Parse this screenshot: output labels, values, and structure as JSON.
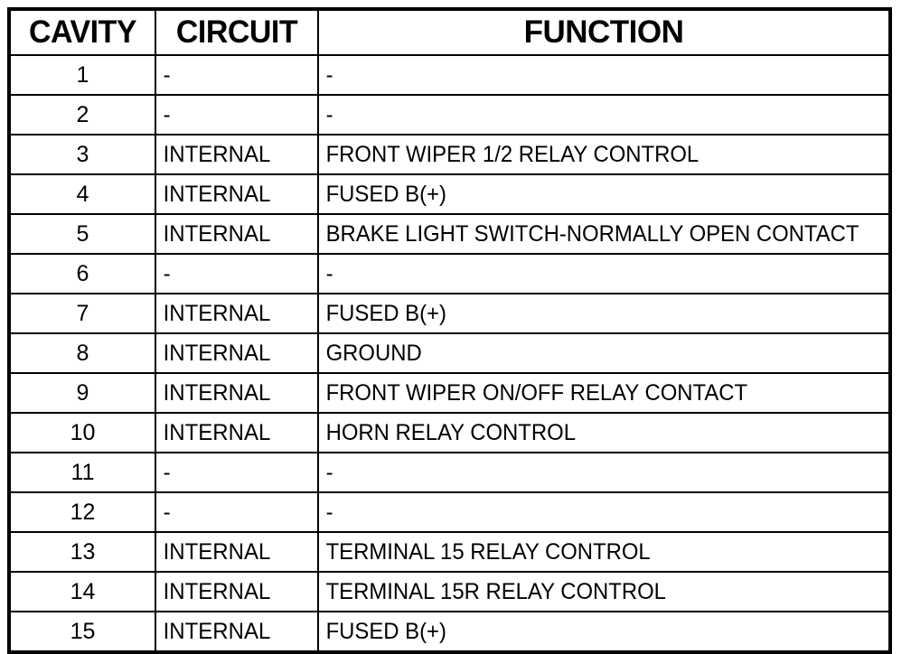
{
  "table": {
    "name": "connector-pinout-table",
    "columns": [
      {
        "key": "cavity",
        "label": "CAVITY"
      },
      {
        "key": "circuit",
        "label": "CIRCUIT"
      },
      {
        "key": "function",
        "label": "FUNCTION"
      }
    ],
    "empty_marker": "-",
    "internal_label": "INTERNAL",
    "rows": [
      {
        "cavity": "1",
        "circuit": "-",
        "function": "-"
      },
      {
        "cavity": "2",
        "circuit": "-",
        "function": "-"
      },
      {
        "cavity": "3",
        "circuit": "INTERNAL",
        "function": "FRONT WIPER 1/2 RELAY CONTROL"
      },
      {
        "cavity": "4",
        "circuit": "INTERNAL",
        "function": "FUSED B(+)"
      },
      {
        "cavity": "5",
        "circuit": "INTERNAL",
        "function": "BRAKE LIGHT SWITCH-NORMALLY OPEN CONTACT"
      },
      {
        "cavity": "6",
        "circuit": "-",
        "function": "-"
      },
      {
        "cavity": "7",
        "circuit": "INTERNAL",
        "function": "FUSED B(+)"
      },
      {
        "cavity": "8",
        "circuit": "INTERNAL",
        "function": "GROUND"
      },
      {
        "cavity": "9",
        "circuit": "INTERNAL",
        "function": "FRONT WIPER ON/OFF RELAY CONTACT"
      },
      {
        "cavity": "10",
        "circuit": "INTERNAL",
        "function": "HORN RELAY CONTROL"
      },
      {
        "cavity": "11",
        "circuit": "-",
        "function": "-"
      },
      {
        "cavity": "12",
        "circuit": "-",
        "function": "-"
      },
      {
        "cavity": "13",
        "circuit": "INTERNAL",
        "function": "TERMINAL 15 RELAY CONTROL"
      },
      {
        "cavity": "14",
        "circuit": "INTERNAL",
        "function": "TERMINAL 15R RELAY CONTROL"
      },
      {
        "cavity": "15",
        "circuit": "INTERNAL",
        "function": "FUSED B(+)"
      }
    ]
  },
  "colors": {
    "border": "#000000",
    "text": "#000000",
    "background": "#ffffff"
  }
}
